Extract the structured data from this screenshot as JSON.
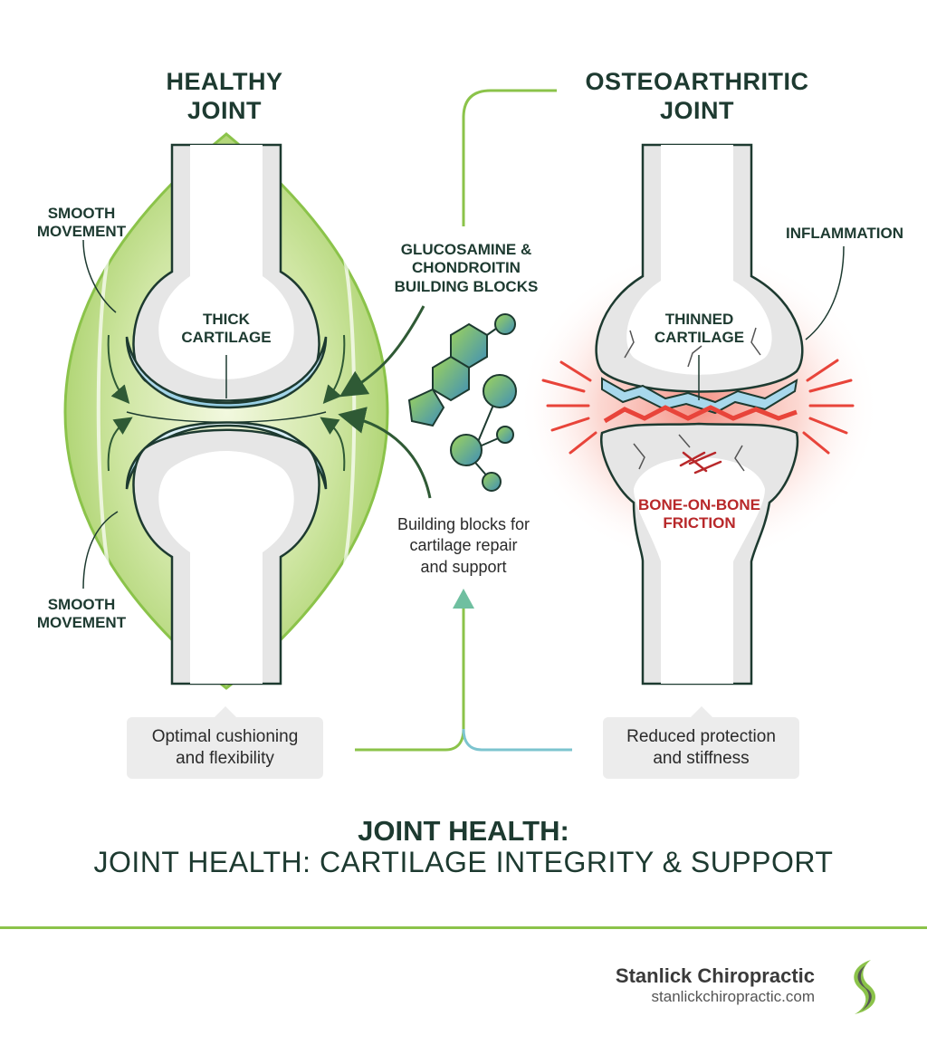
{
  "healthy": {
    "title_line1": "HEALTHY",
    "title_line2": "JOINT",
    "smooth_top_line1": "SMOOTH",
    "smooth_top_line2": "MOVEMENT",
    "thick_line1": "THICK",
    "thick_line2": "CARTILAGE",
    "smooth_bottom_line1": "SMOOTH",
    "smooth_bottom_line2": "MOVEMENT",
    "box_line1": "Optimal cushioning",
    "box_line2": "and flexibility"
  },
  "osteo": {
    "title_line1": "OSTEOARTHRITIC",
    "title_line2": "JOINT",
    "inflammation": "INFLAMMATION",
    "thinned_line1": "THINNED",
    "thinned_line2": "CARTILAGE",
    "friction_line1": "BONE-ON-BONE",
    "friction_line2": "FRICTION",
    "box_line1": "Reduced protection",
    "box_line2": "and stiffness"
  },
  "center": {
    "gluco_line1": "GLUCOSAMINE &",
    "gluco_line2": "CHONDROITIN",
    "gluco_line3": "BUILDING BLOCKS",
    "desc_line1": "Building blocks for",
    "desc_line2": "cartilage repair",
    "desc_line3": "and support"
  },
  "footer": {
    "title": "JOINT HEALTH:",
    "subtitle": "JOINT HEALTH: CARTILAGE INTEGRITY & SUPPORT",
    "brand": "Stanlick Chiropractic",
    "url": "stanlickchiropractic.com"
  },
  "colors": {
    "bone": "#e6e6e6",
    "green": "#8bc34a",
    "cartilage_blue": "#a8d8ec",
    "inflammation_red": "#e8443a",
    "text_dark": "#1d3a30"
  }
}
